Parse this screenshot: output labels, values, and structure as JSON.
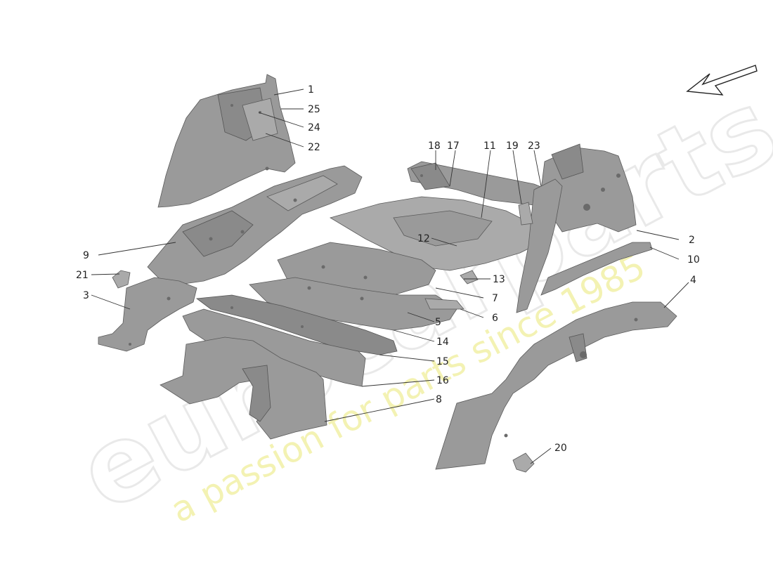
{
  "diagram": {
    "watermark": {
      "brand": "eurocarparts",
      "tagline": "a passion for parts since 1985"
    },
    "callouts": [
      "1",
      "25",
      "24",
      "22",
      "18",
      "17",
      "11",
      "19",
      "23",
      "2",
      "10",
      "4",
      "9",
      "21",
      "3",
      "12",
      "13",
      "7",
      "6",
      "5",
      "14",
      "15",
      "16",
      "8",
      "20"
    ]
  }
}
